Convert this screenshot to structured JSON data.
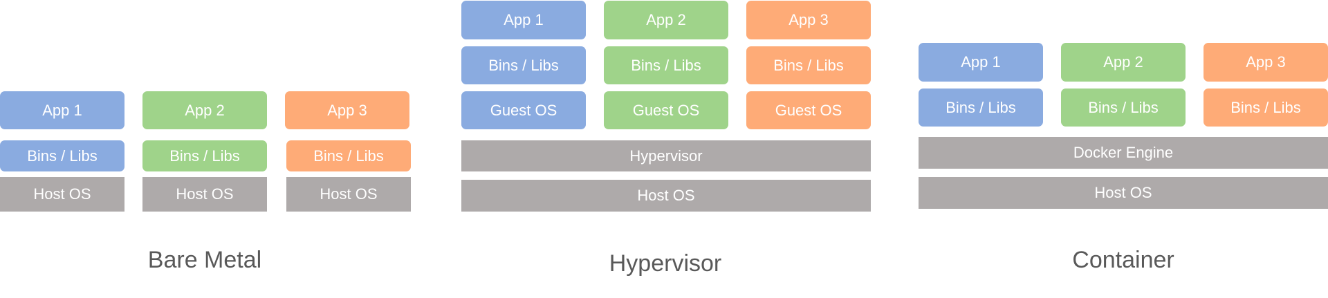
{
  "bare_metal": {
    "caption": "Bare Metal",
    "stacks": [
      {
        "app": "App 1",
        "libs": "Bins / Libs",
        "os": "Host OS"
      },
      {
        "app": "App 2",
        "libs": "Bins / Libs",
        "os": "Host OS"
      },
      {
        "app": "App 3",
        "libs": "Bins / Libs",
        "os": "Host OS"
      }
    ]
  },
  "hypervisor": {
    "caption": "Hypervisor",
    "stacks": [
      {
        "app": "App 1",
        "libs": "Bins / Libs",
        "guest_os": "Guest OS"
      },
      {
        "app": "App 2",
        "libs": "Bins / Libs",
        "guest_os": "Guest OS"
      },
      {
        "app": "App 3",
        "libs": "Bins / Libs",
        "guest_os": "Guest OS"
      }
    ],
    "layer": "Hypervisor",
    "host_os": "Host OS"
  },
  "container": {
    "caption": "Container",
    "stacks": [
      {
        "app": "App 1",
        "libs": "Bins / Libs"
      },
      {
        "app": "App 2",
        "libs": "Bins / Libs"
      },
      {
        "app": "App 3",
        "libs": "Bins / Libs"
      }
    ],
    "engine": "Docker Engine",
    "host_os": "Host OS"
  },
  "colors": {
    "app_1": "#8aabe0",
    "app_2": "#9fd38a",
    "app_3": "#feab77",
    "shared_layer": "#aeaaaa",
    "caption_text": "#595959"
  }
}
